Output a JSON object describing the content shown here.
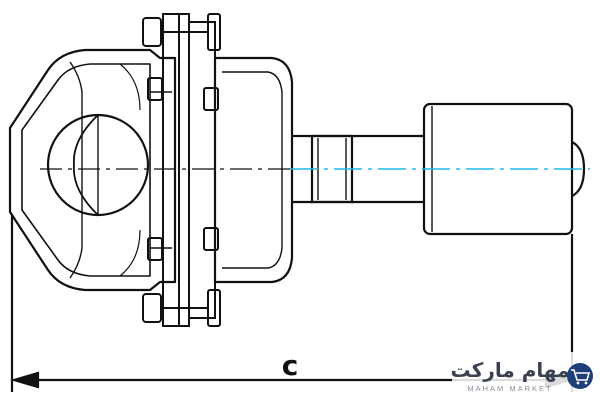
{
  "drawing": {
    "dimension_label": "c",
    "colors": {
      "outline": "#111111",
      "centerline": "#20b8e8"
    }
  },
  "watermark": {
    "brand_name": "مهام مارکت",
    "brand_sub": "MAHAM MARKET",
    "icon": "cart-icon"
  }
}
